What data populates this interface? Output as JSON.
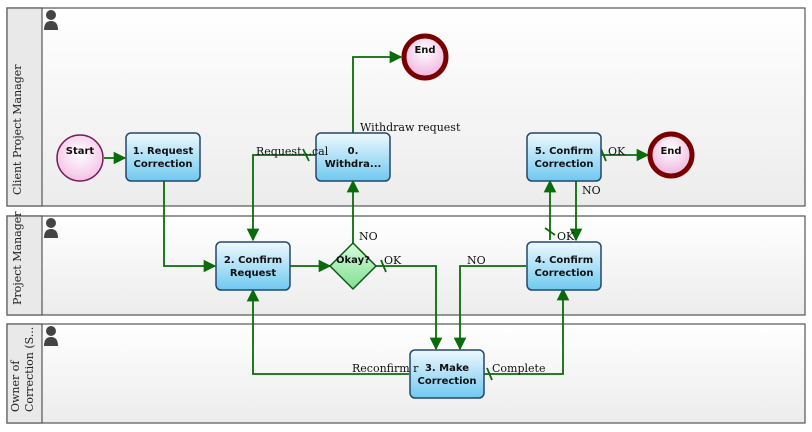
{
  "lanes": [
    {
      "label": "Client Project Manager"
    },
    {
      "label": "Project Manager"
    },
    {
      "label": "Owner of",
      "label2": "Correction (S..."
    }
  ],
  "events": {
    "start": "Start",
    "end_top": "End",
    "end_right": "End"
  },
  "tasks": {
    "request_correction": [
      "1. Request",
      "Correction"
    ],
    "withdraw": [
      "0.",
      "Withdra..."
    ],
    "confirm_request": [
      "2. Confirm",
      "Request"
    ],
    "confirm_correction_4": [
      "4. Confirm",
      "Correction"
    ],
    "confirm_correction_5": [
      "5. Confirm",
      "Correction"
    ],
    "make_correction": [
      "3. Make",
      "Correction"
    ]
  },
  "gateway": {
    "label": "Okay?"
  },
  "edge_labels": {
    "withdraw_request": "Withdraw request",
    "request_cancel": "Request...cal",
    "no_gateway": "NO",
    "ok_gateway": "OK",
    "no_confirm4": "NO",
    "ok_confirm4": "OK",
    "ok_confirm5": "OK",
    "no_confirm5": "NO",
    "reconfirm": "Reconfirm r",
    "complete": "Complete"
  },
  "colors": {
    "edge": "#0a6b0a",
    "task_fill_top": "#e8f7fd",
    "task_fill_bottom": "#7ccff2",
    "task_stroke": "#23476b",
    "start_fill": "#f7d3ee",
    "end_stroke": "#7a0000",
    "gateway_fill": "#9ef0a8"
  }
}
